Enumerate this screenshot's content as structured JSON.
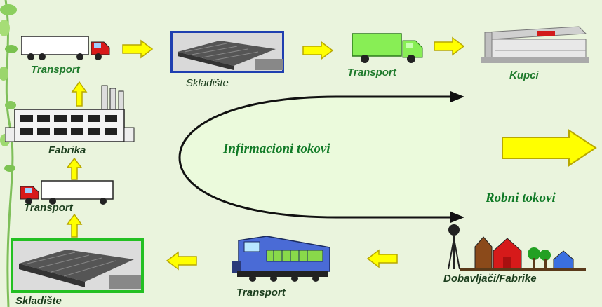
{
  "labels": {
    "transport_top_left": "Transport",
    "skladiste_top": "Skladište",
    "transport_top_mid": "Transport",
    "kupci": "Kupci",
    "fabrika": "Fabrika",
    "transport_mid_left": "Transport",
    "skladiste_bottom": "Skladište",
    "transport_bottom": "Transport",
    "dobavljaci": "Dobavljači/Fabrike"
  },
  "flows": {
    "information": "Infirmacioni tokovi",
    "goods": "Robni tokovi"
  },
  "colors": {
    "background": "#eaf4dd",
    "arrow_fill": "#ffff00",
    "arrow_stroke": "#b8a800",
    "ellipse_fill": "#ebfadc",
    "label_green": "#1f7a2c",
    "flow_text": "#107a26"
  }
}
